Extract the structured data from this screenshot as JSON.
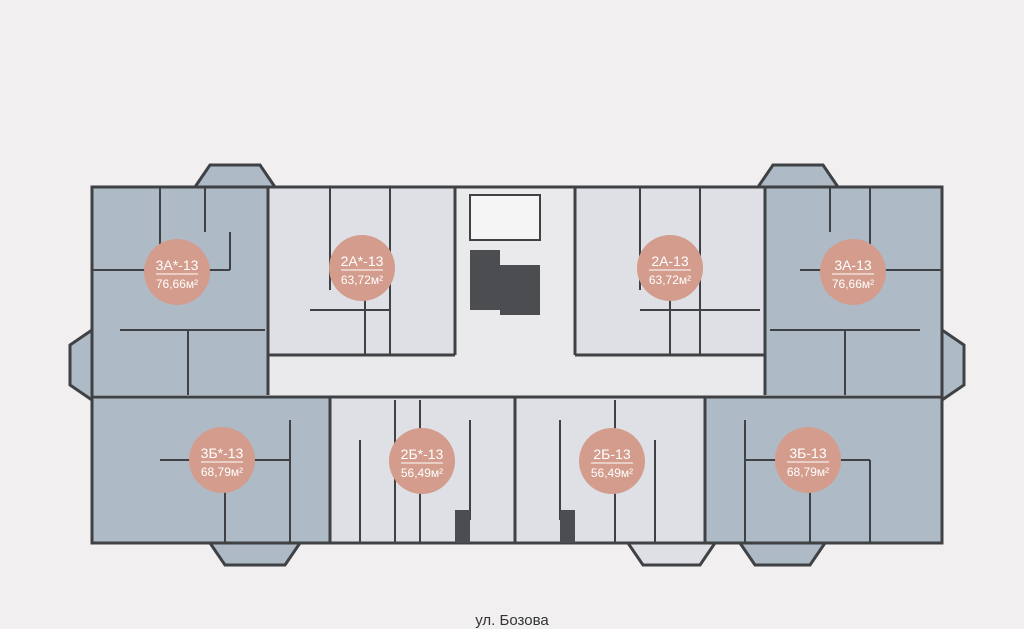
{
  "floor_plan": {
    "apartments": [
      {
        "id": "3A*-13",
        "area": "76,66м²"
      },
      {
        "id": "2A*-13",
        "area": "63,72м²"
      },
      {
        "id": "2A-13",
        "area": "63,72м²"
      },
      {
        "id": "3A-13",
        "area": "76,66м²"
      },
      {
        "id": "3Б*-13",
        "area": "68,79м²"
      },
      {
        "id": "2Б*-13",
        "area": "56,49м²"
      },
      {
        "id": "2Б-13",
        "area": "56,49м²"
      },
      {
        "id": "3Б-13",
        "area": "68,79м²"
      }
    ],
    "street": "ул. Бозова",
    "colors": {
      "highlight": "#aebbc6",
      "regular": "#dfe0e5",
      "badge": "#d39c8c"
    }
  }
}
